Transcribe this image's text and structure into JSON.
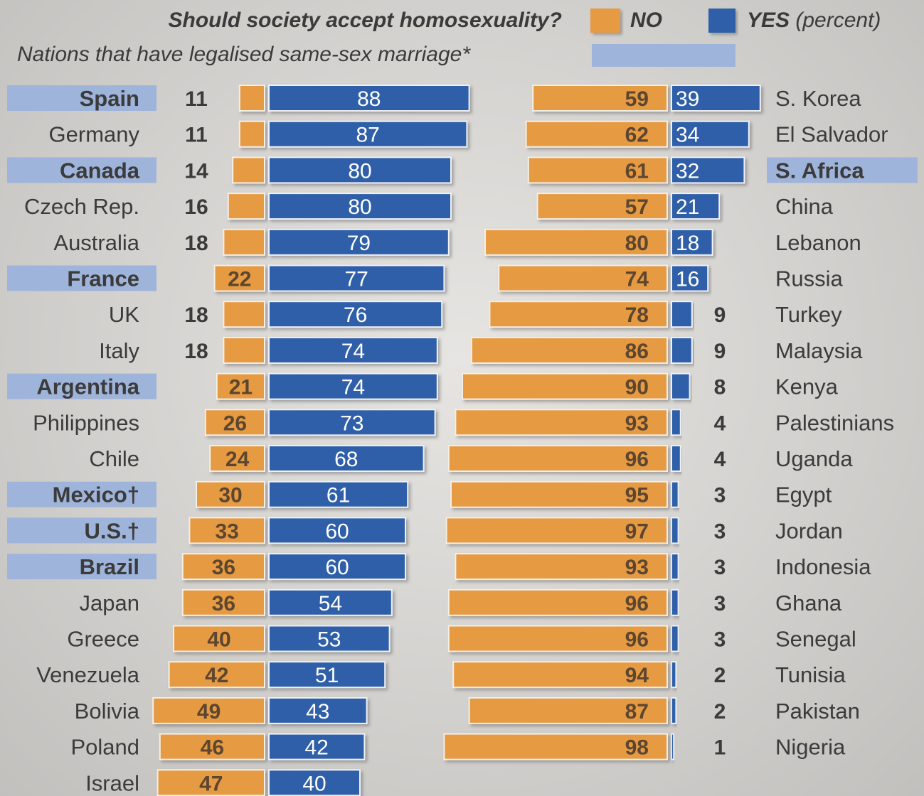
{
  "chart_data": {
    "type": "bar",
    "orientation": "horizontal",
    "stacking": "diverging",
    "title": "Should society accept homosexuality?",
    "subtitle": "Nations that have legalised same-sex marriage*",
    "legend": [
      {
        "name": "NO",
        "color": "#e69a43"
      },
      {
        "name": "YES",
        "color": "#2f5fa8"
      }
    ],
    "legend_suffix": "(percent)",
    "legend_placement": "top-right",
    "highlight_color": "#9fb4da",
    "grid": false,
    "xlim": [
      0,
      100
    ],
    "panels": [
      {
        "side": "left",
        "rows": [
          {
            "country": "Spain",
            "no": 11,
            "yes": 88,
            "legalised": true
          },
          {
            "country": "Germany",
            "no": 11,
            "yes": 87,
            "legalised": false
          },
          {
            "country": "Canada",
            "no": 14,
            "yes": 80,
            "legalised": true
          },
          {
            "country": "Czech Rep.",
            "no": 16,
            "yes": 80,
            "legalised": false
          },
          {
            "country": "Australia",
            "no": 18,
            "yes": 79,
            "legalised": false
          },
          {
            "country": "France",
            "no": 22,
            "yes": 77,
            "legalised": true
          },
          {
            "country": "UK",
            "no": 18,
            "yes": 76,
            "legalised": false
          },
          {
            "country": "Italy",
            "no": 18,
            "yes": 74,
            "legalised": false
          },
          {
            "country": "Argentina",
            "no": 21,
            "yes": 74,
            "legalised": true
          },
          {
            "country": "Philippines",
            "no": 26,
            "yes": 73,
            "legalised": false
          },
          {
            "country": "Chile",
            "no": 24,
            "yes": 68,
            "legalised": false
          },
          {
            "country": "Mexico",
            "mark": "†",
            "no": 30,
            "yes": 61,
            "legalised": true
          },
          {
            "country": "U.S.",
            "mark": "†",
            "no": 33,
            "yes": 60,
            "legalised": true
          },
          {
            "country": "Brazil",
            "no": 36,
            "yes": 60,
            "legalised": true
          },
          {
            "country": "Japan",
            "no": 36,
            "yes": 54,
            "legalised": false
          },
          {
            "country": "Greece",
            "no": 40,
            "yes": 53,
            "legalised": false
          },
          {
            "country": "Venezuela",
            "no": 42,
            "yes": 51,
            "legalised": false
          },
          {
            "country": "Bolivia",
            "no": 49,
            "yes": 43,
            "legalised": false
          },
          {
            "country": "Poland",
            "no": 46,
            "yes": 42,
            "legalised": false
          },
          {
            "country": "Israel",
            "no": 47,
            "yes": 40,
            "legalised": false
          }
        ]
      },
      {
        "side": "right",
        "rows": [
          {
            "country": "S. Korea",
            "no": 59,
            "yes": 39,
            "legalised": false
          },
          {
            "country": "El Salvador",
            "no": 62,
            "yes": 34,
            "legalised": false
          },
          {
            "country": "S. Africa",
            "no": 61,
            "yes": 32,
            "legalised": true
          },
          {
            "country": "China",
            "no": 57,
            "yes": 21,
            "legalised": false
          },
          {
            "country": "Lebanon",
            "no": 80,
            "yes": 18,
            "legalised": false
          },
          {
            "country": "Russia",
            "no": 74,
            "yes": 16,
            "legalised": false
          },
          {
            "country": "Turkey",
            "no": 78,
            "yes": 9,
            "legalised": false
          },
          {
            "country": "Malaysia",
            "no": 86,
            "yes": 9,
            "legalised": false
          },
          {
            "country": "Kenya",
            "no": 90,
            "yes": 8,
            "legalised": false
          },
          {
            "country": "Palestinians",
            "no": 93,
            "yes": 4,
            "legalised": false
          },
          {
            "country": "Uganda",
            "no": 96,
            "yes": 4,
            "legalised": false
          },
          {
            "country": "Egypt",
            "no": 95,
            "yes": 3,
            "legalised": false
          },
          {
            "country": "Jordan",
            "no": 97,
            "yes": 3,
            "legalised": false
          },
          {
            "country": "Indonesia",
            "no": 93,
            "yes": 3,
            "legalised": false
          },
          {
            "country": "Ghana",
            "no": 96,
            "yes": 3,
            "legalised": false
          },
          {
            "country": "Senegal",
            "no": 96,
            "yes": 3,
            "legalised": false
          },
          {
            "country": "Tunisia",
            "no": 94,
            "yes": 2,
            "legalised": false
          },
          {
            "country": "Pakistan",
            "no": 87,
            "yes": 2,
            "legalised": false
          },
          {
            "country": "Nigeria",
            "no": 98,
            "yes": 1,
            "legalised": false
          }
        ]
      }
    ]
  }
}
